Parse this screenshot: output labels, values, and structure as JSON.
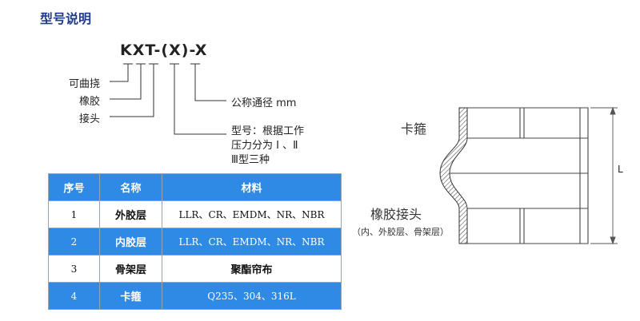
{
  "header": {
    "title": "型号说明"
  },
  "model": {
    "code": "KXT-(X)-X",
    "parts": [
      {
        "label": "可曲挠"
      },
      {
        "label": "橡胶"
      },
      {
        "label": "接头"
      }
    ],
    "size_note": "公称通径 mm",
    "type_note": [
      "型号：根据工作",
      "压力分为 Ⅰ 、Ⅱ",
      "Ⅲ型三种"
    ]
  },
  "table": {
    "headers": [
      "序号",
      "名称",
      "材料"
    ],
    "rows": [
      {
        "no": "1",
        "name": "外胶层",
        "material": "LLR、CR、EMDM、NR、NBR",
        "highlight": false
      },
      {
        "no": "2",
        "name": "内胶层",
        "material": "LLR、CR、EMDM、NR、NBR",
        "highlight": true
      },
      {
        "no": "3",
        "name": "骨架层",
        "material": "聚酯帘布",
        "highlight": false
      },
      {
        "no": "4",
        "name": "卡箍",
        "material": "Q235、304、316L",
        "highlight": true
      }
    ]
  },
  "diagram": {
    "clamp_label": "卡箍",
    "body_label": "橡胶接头",
    "body_sub": "（内、外胶层、骨架层）",
    "dim_label": "L"
  }
}
